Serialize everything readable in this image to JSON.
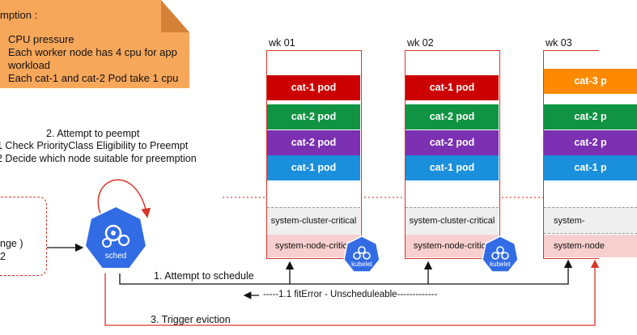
{
  "note": {
    "title": "mption :",
    "lines": [
      "CPU pressure",
      "Each worker node has 4 cpu for app",
      "workload",
      "Each cat-1 and cat-2 Pod take 1 cpu"
    ]
  },
  "step2": {
    "title": "2. Attempt to peempt",
    "line1": "1 Check PriorityClass Eligibility to Preempt",
    "line2": "2 Decide which node suitable for preemption"
  },
  "left_box": {
    "line1": "nge )",
    "line2": "2"
  },
  "sched": {
    "label": "sched"
  },
  "kubelet": {
    "label": "kubelet"
  },
  "nodes": [
    {
      "name": "wk 01",
      "pods": [
        {
          "label": "cat-1 pod",
          "color": "#cc0000"
        },
        {
          "label": "cat-2 pod",
          "color": "#109443"
        },
        {
          "label": "cat-2 pod",
          "color": "#7b30b2"
        },
        {
          "label": "cat-1 pod",
          "color": "#1a8fdc"
        }
      ],
      "sys_cluster": "system-cluster-critical",
      "sys_node": "system-node-critica"
    },
    {
      "name": "wk 02",
      "pods": [
        {
          "label": "cat-1 pod",
          "color": "#cc0000"
        },
        {
          "label": "cat-2 pod",
          "color": "#109443"
        },
        {
          "label": "cat-2 pod",
          "color": "#7b30b2"
        },
        {
          "label": "cat-1 pod",
          "color": "#1a8fdc"
        }
      ],
      "sys_cluster": "system-cluster-critical",
      "sys_node": "system-node-critica"
    },
    {
      "name": "wk 03",
      "pods": [
        {
          "label": "cat-3 p",
          "color": "#ff8a00"
        },
        {
          "label": "cat-2 p",
          "color": "#109443"
        },
        {
          "label": "cat-2 p",
          "color": "#7b30b2"
        },
        {
          "label": "cat-1 p",
          "color": "#1a8fdc"
        }
      ],
      "sys_cluster": "system-",
      "sys_node": "system-node"
    }
  ],
  "edges": {
    "schedule": "1. Attempt to schedule",
    "fit_error": "-----1.1 fitError - Unscheduleable-------------",
    "evict": "3. Trigger eviction"
  }
}
